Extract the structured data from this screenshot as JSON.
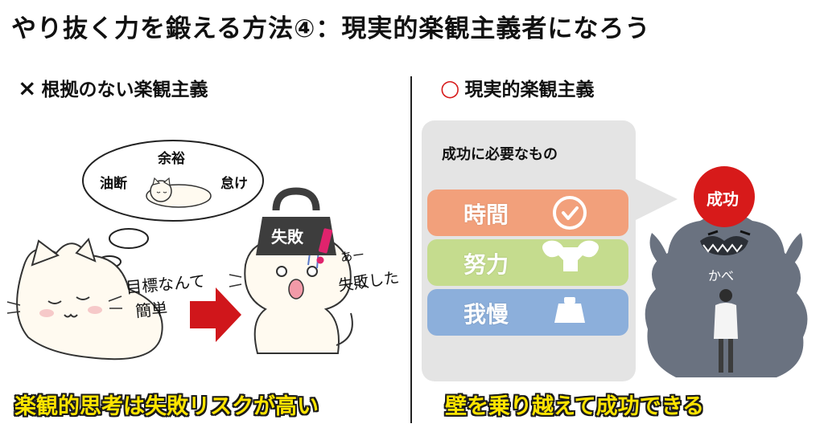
{
  "title": "やり抜く力を鍛える方法④：現実的楽観主義者になろう",
  "left": {
    "heading_mark": "×",
    "heading": "根拠のない楽観主義",
    "thought_words": [
      "余裕",
      "油断",
      "怠け"
    ],
    "cat_speech_line1": "目標なんて",
    "cat_speech_line2": "簡単",
    "weight_label": "失敗",
    "cat_reaction_line1": "あー",
    "cat_reaction_line2": "失敗した",
    "caption": "楽観的思考は失敗リスクが高い"
  },
  "right": {
    "heading_mark": "○",
    "heading": "現実的楽観主義",
    "panel_title": "成功に必要なもの",
    "items": [
      {
        "label": "時間",
        "icon": "clock-icon",
        "color": "#f2a07b"
      },
      {
        "label": "努力",
        "icon": "muscle-icon",
        "color": "#c5dc8e"
      },
      {
        "label": "我慢",
        "icon": "weight-icon",
        "color": "#8cafdb"
      }
    ],
    "goal_label": "成功",
    "wall_label": "かべ",
    "caption": "壁を乗り越えて成功できる"
  },
  "colors": {
    "caption_fill": "#ffe400",
    "success_circle": "#d71a1a",
    "arrow": "#d0161b",
    "circle_mark": "#d71a1a"
  }
}
